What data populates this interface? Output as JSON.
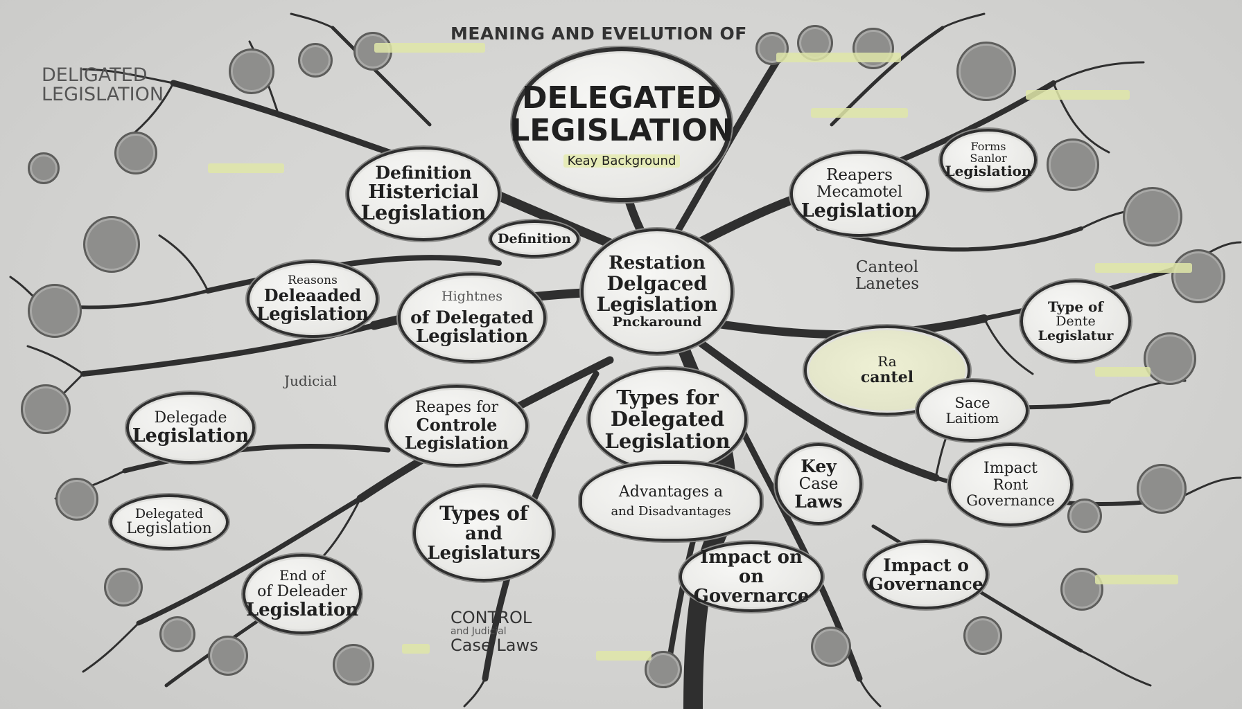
{
  "title": {
    "top": "MEANING AND EVELUTION OF",
    "main_line1": "DELEGATED",
    "main_line2": "LEGISLATION",
    "sub": "Keay Background"
  },
  "corner_label": {
    "line1": "DELIGATED",
    "line2": "LEGISLATION"
  },
  "nodes": {
    "definition_historical": [
      "Definition",
      "Histericial",
      "Legislation"
    ],
    "definition_small": "Definition",
    "relation_center": [
      "Restation",
      "Delgaced",
      "Legislation",
      "Pnckaround"
    ],
    "reapers_mecanical": [
      "Reapers",
      "Mecamotel",
      "Legislation"
    ],
    "forms_legislation": [
      "Forms",
      "Sanlor",
      "Legislation"
    ],
    "control_labels": [
      "Canteol",
      "Lanetes"
    ],
    "reasons_delegated": [
      "Reasons",
      "Deleaaded",
      "Legislation"
    ],
    "history_delegated": [
      "Hightnes",
      "of Delegated",
      "Legislation"
    ],
    "type_of_legislation": [
      "Type of",
      "Dente",
      "Legislatur"
    ],
    "control_mid": [
      "Ra",
      "cantel"
    ],
    "safeguards": [
      "Sace",
      "Laitiom"
    ],
    "judicial_label": "Judicial",
    "delegate_legislation": [
      "Delegade",
      "Legislation"
    ],
    "reapes_control": [
      "Reapes for",
      "Controle",
      "Legislation"
    ],
    "types_for": [
      "Types for",
      "Delegated",
      "Legislation"
    ],
    "advantages": [
      "Advantages a",
      "and Disadvantages"
    ],
    "key_case": [
      "Key",
      "Case",
      "Laws"
    ],
    "impact_right": [
      "Impact",
      "Ront",
      "Governance"
    ],
    "delegated_left": [
      "Delegated",
      "Legislation"
    ],
    "types_of_and": [
      "Types of",
      "and",
      "Legislaturs"
    ],
    "end_of": [
      "End of",
      "of Deleader",
      "Legislation"
    ],
    "control_case": [
      "CONTROL",
      "and Judicial",
      "Case Laws"
    ],
    "impact_on": [
      "Impact on",
      "on Governarce"
    ],
    "impact_bottom": [
      "Impact o",
      "Governance"
    ]
  },
  "colors": {
    "branch": "#2f2f2f",
    "node_fill": "#ececea",
    "leaf": "#8e8e8c",
    "highlight": "#e6ebb8",
    "background": "#d4d4d2"
  }
}
